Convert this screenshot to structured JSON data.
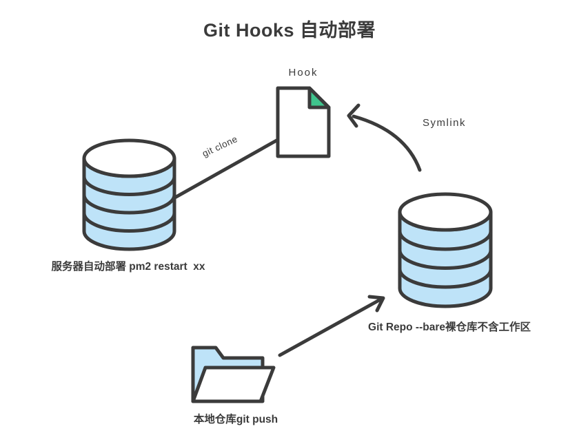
{
  "title": "Git Hooks 自动部署",
  "colors": {
    "ink": "#3b3b3b",
    "node_fill_blue": "#bee3f8",
    "fold_green": "#3fc48d",
    "background": "#ffffff"
  },
  "nodes": {
    "hook": {
      "label": "Hook",
      "icon": "document-icon"
    },
    "server": {
      "label": "服务器自动部署 pm2 restart  xx",
      "icon": "database-icon"
    },
    "bare_repo": {
      "label": "Git Repo --bare裸仓库不含工作区",
      "icon": "database-icon"
    },
    "local": {
      "label": "本地仓库git push",
      "icon": "folder-icon"
    }
  },
  "edges": {
    "git_clone": {
      "label": "git clone",
      "type": "line",
      "from": "server",
      "to": "hook"
    },
    "symlink": {
      "label": "Symlink",
      "type": "curved-arrow",
      "from": "bare_repo",
      "to": "hook"
    },
    "git_push": {
      "label": "",
      "type": "arrow",
      "from": "local",
      "to": "bare_repo"
    }
  }
}
